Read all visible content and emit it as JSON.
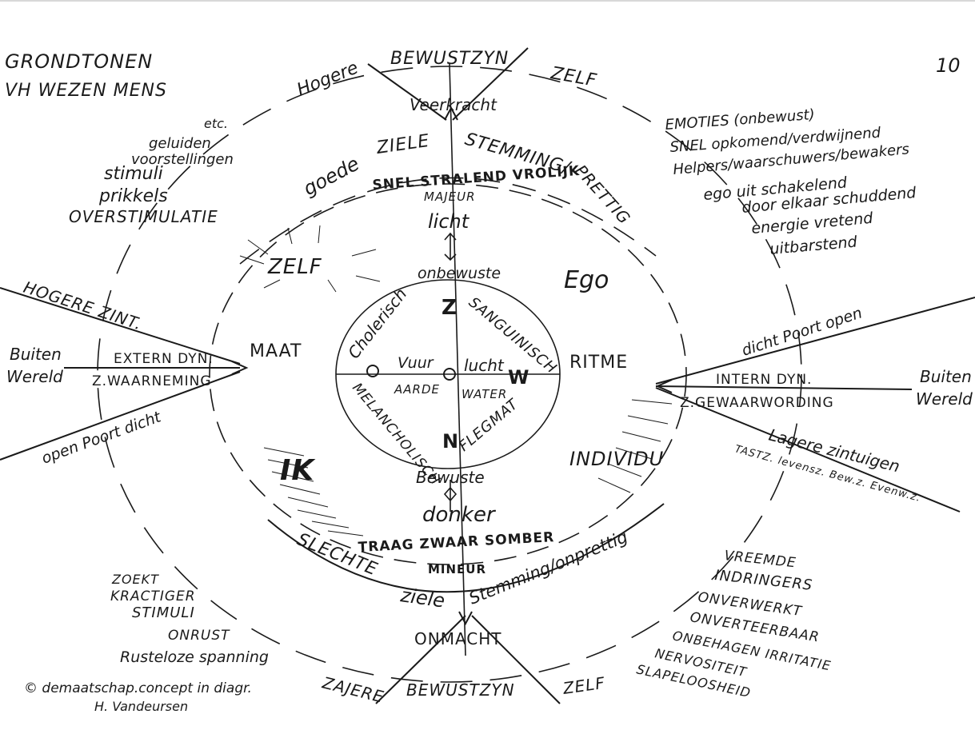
{
  "page": {
    "title_line1": "GRONDTONEN",
    "title_line2": "VH WEZEN MENS",
    "page_number": "10",
    "copyright": "© demaatschap.concept in diagr.",
    "author": "H. Vandeursen"
  },
  "axis_top": {
    "hogere": "Hogere",
    "bewustzyn": "BEWUSTZYN",
    "zelf": "ZELF",
    "veerkracht": "Veerkracht"
  },
  "axis_bottom": {
    "zwakke": "ZAJERE",
    "bewustzyn": "BEWUSTZYN",
    "zelf": "ZELF",
    "onmacht": "ONMACHT"
  },
  "upper_arc": {
    "goede": "goede",
    "ziele": "ZIELE",
    "stemming": "STEMMING/",
    "prettig": "PRETTIG",
    "snel_stralend": "SNEL STRALEND VROLIJK",
    "majeur": "MAJEUR",
    "licht": "licht",
    "onbewuste": "onbewuste"
  },
  "lower_arc": {
    "slechte": "SLECHTE",
    "ziele": "ziele",
    "stemming": "Stemming/onprettig",
    "traag": "TRAAG ZWAAR SOMBER",
    "mineur": "MINEUR",
    "donker": "donker",
    "bewuste": "Bewuste"
  },
  "quadrants": {
    "zelf": "ZELF",
    "ego": "Ego",
    "ik": "IK",
    "individu": "INDIVIDU"
  },
  "center": {
    "z": "Z",
    "n": "N",
    "o": "O",
    "w": "W",
    "cholerisch": "Cholerisch",
    "sanguinisch": "SANGUINISCH",
    "melancholisch": "MELANCHOLISCH",
    "flegmat": "FLEGMAT",
    "vuur": "Vuur",
    "lucht": "lucht",
    "aarde": "AARDE",
    "water": "WATER"
  },
  "left_axis": {
    "maat": "MAAT",
    "hogere_zint": "HOGERE ZINT.",
    "buiten": "Buiten",
    "wereld": "Wereld",
    "extern_dyn": "EXTERN DYN.",
    "waarneming": "Z.WAARNEMING",
    "open_poort": "open Poort dicht"
  },
  "right_axis": {
    "ritme": "RITME",
    "dicht_poort": "dicht Poort open",
    "intern_dyn": "INTERN DYN.",
    "gewaarwording": "Z.GEWAARWORDING",
    "buiten": "Buiten",
    "wereld": "Wereld",
    "lagere_zint": "Lagere zintuigen",
    "tastz": "TASTZ. levensz. Bew.z. Evenw.z."
  },
  "top_left_list": [
    "etc.",
    "geluiden",
    "voorstellingen",
    "stimuli",
    "prikkels",
    "OVERSTIMULATIE"
  ],
  "top_right_list": [
    "EMOTIES (onbewust)",
    "SNEL opkomend/verdwijnend",
    "Helpers/waarschuwers/bewakers",
    "ego uit schakelend",
    "door elkaar schuddend",
    "energie vretend",
    "uitbarstend"
  ],
  "bottom_left_list": [
    "ZOEKT",
    "KRACTIGER",
    "STIMULI",
    "ONRUST",
    "Rusteloze spanning"
  ],
  "bottom_right_list": [
    "VREEMDE",
    "INDRINGERS",
    "ONVERWERKT",
    "ONVERTEERBAAR",
    "ONBEHAGEN IRRITATIE",
    "NERVOSITEIT",
    "SLAPELOOSHEID"
  ],
  "colors": {
    "ink": "#1a1a1a",
    "paper": "#ffffff"
  }
}
